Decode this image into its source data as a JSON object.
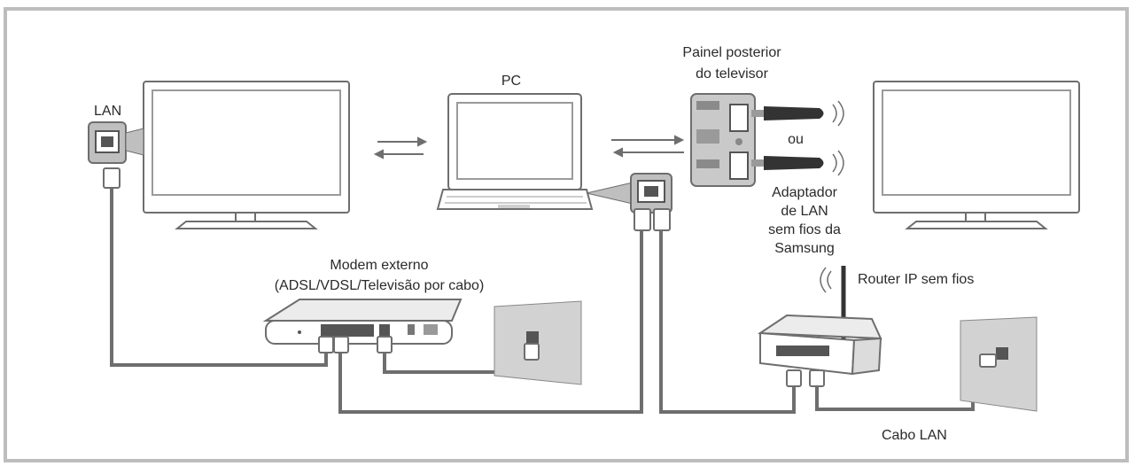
{
  "labels": {
    "lan": "LAN",
    "pc": "PC",
    "tv_back_panel_line1": "Painel posterior",
    "tv_back_panel_line2": "do televisor",
    "ou": "ou",
    "adapter_line1": "Adaptador",
    "adapter_line2": "de LAN",
    "adapter_line3": "sem fios da",
    "adapter_line4": "Samsung",
    "modem_line1": "Modem externo",
    "modem_line2": "(ADSL/VDSL/Televisão por cabo)",
    "router": "Router IP sem fios",
    "cable_lan": "Cabo LAN"
  },
  "colors": {
    "frame": "#bdbdbd",
    "line": "#6e6e6e",
    "device_fill": "#ffffff",
    "wall_fill": "#d2d2d2"
  }
}
